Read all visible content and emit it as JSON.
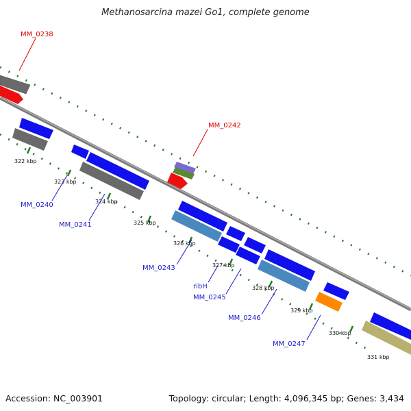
{
  "title": "Methanosarcina mazei Go1, complete genome",
  "accession_text": "Accession: NC_003901",
  "topology_text": "Topology: circular; Length: 4,096,345 bp; Genes: 3,434",
  "colors": {
    "backbone": "#8c8c8c",
    "tick": "#2a7a2a",
    "label_red": "#dd0000",
    "label_blue": "#1a1acc",
    "gene_blue": "#1010ee",
    "gene_gray": "#707070",
    "gene_red": "#ee1010",
    "gene_steel": "#4a88c0",
    "gene_orange": "#ff8800",
    "gene_khaki": "#b8b070",
    "gene_purple": "#7a6ad0",
    "gene_green": "#5a8a30"
  },
  "ticks": [
    "322 kbp",
    "323 kbp",
    "324 kbp",
    "325 kbp",
    "326 kbp",
    "327 kbp",
    "328 kbp",
    "329 kbp",
    "330 kbp",
    "331 kbp"
  ],
  "gene_labels": [
    "MM_0238",
    "MM_0242",
    "MM_0240",
    "MM_0241",
    "MM_0243",
    "ribH",
    "MM_0245",
    "MM_0246",
    "MM_0247"
  ]
}
